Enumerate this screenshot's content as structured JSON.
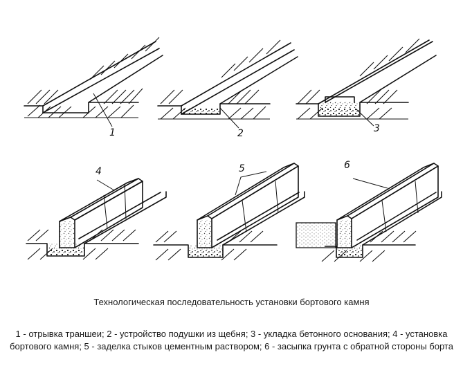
{
  "diagram": {
    "title": "Технологическая последовательность установки бортового камня",
    "legend": "1 - отрывка траншеи; 2 - устройство подушки из щебня; 3 - укладка бетонного основания; 4 - установка бортового камня; 5 - заделка стыков цементным раствором; 6 - засыпка грунта с обратной стороны борта",
    "steps": [
      {
        "label": "1"
      },
      {
        "label": "2"
      },
      {
        "label": "3"
      },
      {
        "label": "4"
      },
      {
        "label": "5"
      },
      {
        "label": "6"
      }
    ]
  }
}
